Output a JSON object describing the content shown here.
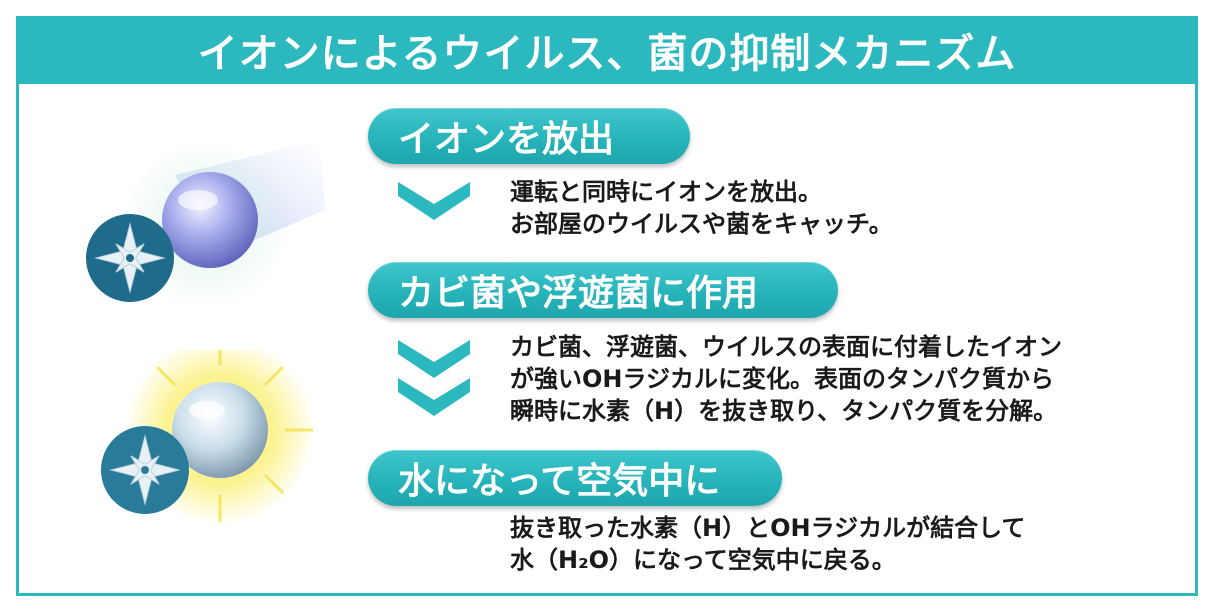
{
  "header": {
    "title": "イオンによるウイルス、菌の抑制メカニズム"
  },
  "steps": [
    {
      "heading": "イオンを放出",
      "lines": [
        "運転と同時にイオンを放出。",
        "お部屋のウイルスや菌をキャッチ。"
      ]
    },
    {
      "heading": "カビ菌や浮遊菌に作用",
      "lines": [
        "カビ菌、浮遊菌、ウイルスの表面に付着したイオン",
        "が強いOHラジカルに変化。表面のタンパク質から",
        "瞬時に水素（H）を抜き取り、タンパク質を分解。"
      ]
    },
    {
      "heading": "水になって空気中に",
      "lines": [
        "抜き取った水素（H）とOHラジカルが結合して",
        "水（H₂O）になって空気中に戻る。"
      ]
    }
  ],
  "colors": {
    "accent": "#2bb8bf",
    "text": "#1a1a1a",
    "badge": "#1f6b8c"
  },
  "icons": {
    "arrow": "chevron-down-icon",
    "badge": "compass-star-icon"
  }
}
